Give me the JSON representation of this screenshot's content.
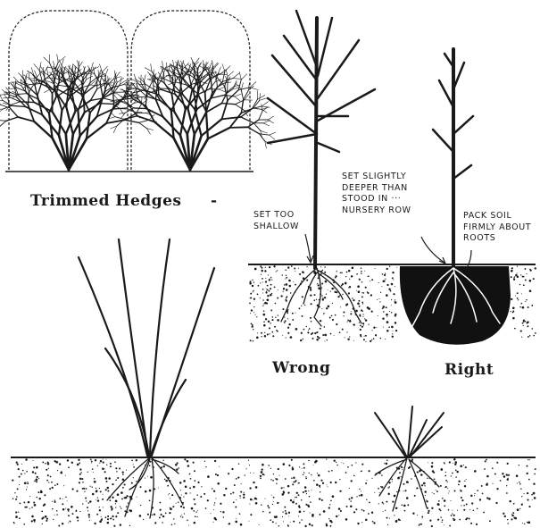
{
  "captions": {
    "trimmed_hedges": "Trimmed Hedges",
    "trimmed_hedges_mark": "-",
    "wrong": "Wrong",
    "right": "Right"
  },
  "annotations": {
    "set_too_shallow": "SET TOO\nSHALLOW",
    "set_slightly_deeper": "SET SLIGHTLY\nDEEPER THAN\nSTOOD IN ···\nNURSERY ROW",
    "pack_soil": "PACK SOIL\nFIRMLY ABOUT\nROOTS"
  },
  "colors": {
    "ink": "#1a1a1a",
    "paper": "#ffffff"
  }
}
